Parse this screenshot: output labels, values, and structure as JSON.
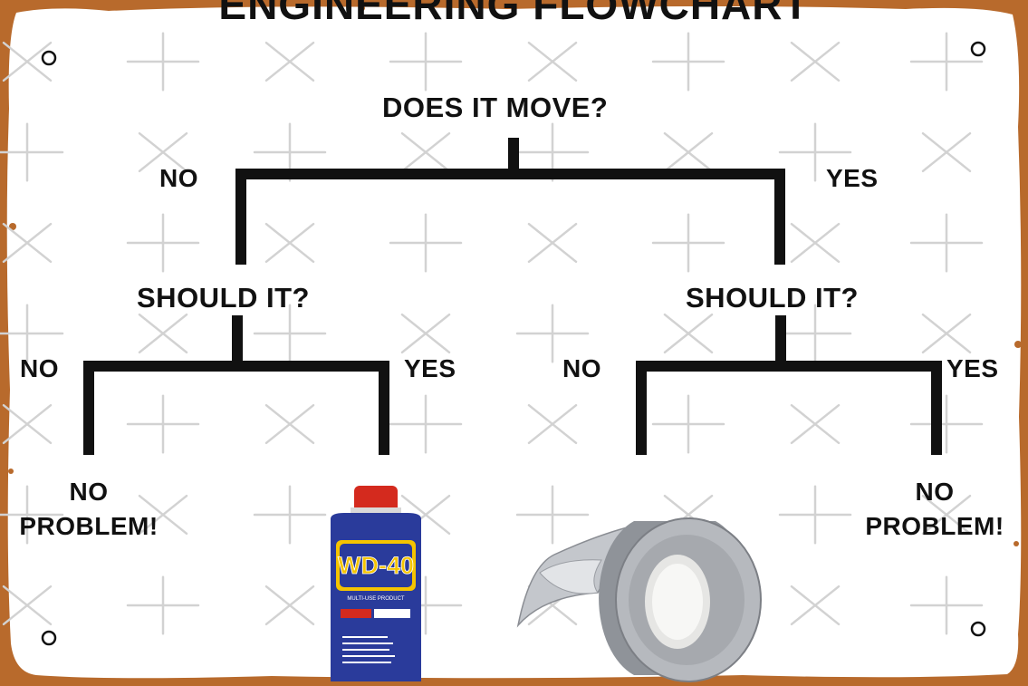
{
  "title": "ENGINEERING FLOWCHART",
  "colors": {
    "rust_border": "#b86a2c",
    "panel": "#ffffff",
    "ink": "#111111",
    "watermark": "#d2d2d2"
  },
  "nodes": {
    "root_question": "DOES IT MOVE?",
    "left_question": "SHOULD IT?",
    "right_question": "SHOULD IT?"
  },
  "branches": {
    "root_no": "NO",
    "root_yes": "YES",
    "left_no": "NO",
    "left_yes": "YES",
    "right_no": "NO",
    "right_yes": "YES"
  },
  "outcomes": {
    "left_no_line1": "NO",
    "left_no_line2": "PROBLEM!",
    "left_yes_product": "WD-40",
    "left_yes_product_sub": "MULTI-USE PRODUCT",
    "right_no_item": "duct-tape-icon",
    "right_yes_line1": "NO",
    "right_yes_line2": "PROBLEM!"
  },
  "icons": {
    "screw_holes": "screw-hole-icon",
    "watermarks": "watermark-icon"
  }
}
